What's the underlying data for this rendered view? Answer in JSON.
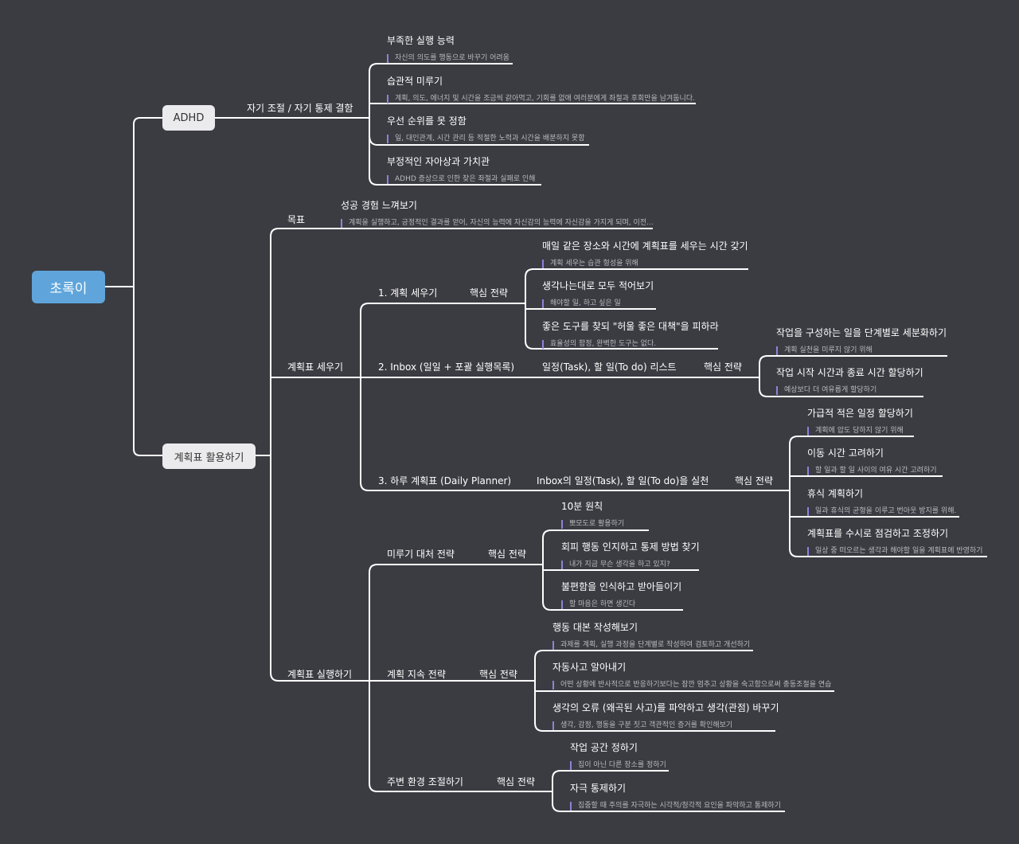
{
  "colors": {
    "background": "#3b3c42",
    "root": "#5fa5db",
    "main_node": "#ebebed",
    "note_bar": "#8b84d7",
    "line": "#ffffff"
  },
  "root": {
    "label": "초록이"
  },
  "adhd": {
    "label": "ADHD",
    "relation": "자기 조절 / 자기 통제 결함",
    "items": [
      {
        "title": "부족한 실행 능력",
        "note": "자신의 의도를 행동으로 바꾸기 어려움"
      },
      {
        "title": "습관적 미루기",
        "note": "계획, 의도, 에너지 및 시간을 조금씩 갉아먹고, 기회를 없애 여러분에게 좌절과 후회만을 남겨둡니다."
      },
      {
        "title": "우선 순위를 못 정함",
        "note": "일, 대인관계, 시간 관리 등 적절한 노력과 시간을 배분하지 못함"
      },
      {
        "title": "부정적인 자아상과 가치관",
        "note": "ADHD 증상으로 인한 잦은 좌절과 실패로 인해"
      }
    ]
  },
  "planner": {
    "label": "계획표 활용하기",
    "goal": {
      "label": "목표",
      "title": "성공 경험 느껴보기",
      "note": "계획을 실행하고, 긍정적인 결과를 얻어, 자신의 능력에 자신감의 능력에 자신감을 가지게 되며, 이전..."
    },
    "make": {
      "label": "계획표 세우기",
      "steps": [
        {
          "label": "1. 계획 세우기",
          "strategy": "핵심 전략",
          "items": [
            {
              "title": "매일 같은 장소와 시간에 계획표를 세우는 시간 갖기",
              "note": "계획 세우는 습관 형성을 위해"
            },
            {
              "title": "생각나는대로 모두 적어보기",
              "note": "해야할 일, 하고 싶은 일"
            },
            {
              "title": "좋은 도구를 찾되 \"허울 좋은 대책\"을 피하라",
              "note": "효율성의 함정, 완벽한 도구는 없다."
            }
          ]
        },
        {
          "label": "2. Inbox (일일 + 포괄 실행목록)",
          "sub": "일정(Task), 할 일(To do) 리스트",
          "strategy": "핵심 전략",
          "items": [
            {
              "title": "작업을 구성하는 일을 단계별로 세분화하기",
              "note": "계획 실천을 미루지 않기 위해"
            },
            {
              "title": "작업 시작 시간과 종료 시간 할당하기",
              "note": "예상보다 더 여유롭게 할당하기"
            }
          ]
        },
        {
          "label": "3. 하루 계획표 (Daily Planner)",
          "sub": "Inbox의 일정(Task), 할 일(To do)을 실천",
          "strategy": "핵심 전략",
          "items": [
            {
              "title": "가급적 적은 일정 할당하기",
              "note": "계획에 압도 당하지 않기 위해"
            },
            {
              "title": "이동 시간 고려하기",
              "note": "할 일과 할 일 사이의 여유 시간 고려하기"
            },
            {
              "title": "휴식 계획하기",
              "note": "일과 휴식의 균형을 이루고 번아웃 방지를 위해."
            },
            {
              "title": "계획표를 수시로 점검하고 조정하기",
              "note": "일상 중 떠오르는 생각과 해야할 일을 계획표에 반영하기"
            }
          ]
        }
      ]
    },
    "run": {
      "label": "계획표 실행하기",
      "groups": [
        {
          "label": "미루기 대처 전략",
          "strategy": "핵심 전략",
          "items": [
            {
              "title": "10분 원칙",
              "note": "뽀모도로 활용하기"
            },
            {
              "title": "회피 행동 인지하고 통제 방법 찾기",
              "note": "내가 지금 무슨 생각을 하고 있지?"
            },
            {
              "title": "불편함을 인식하고 받아들이기",
              "note": "할 마음은 하면 생긴다"
            }
          ]
        },
        {
          "label": "계획 지속 전략",
          "strategy": "핵심 전략",
          "items": [
            {
              "title": "행동 대본 작성해보기",
              "note": "과제를 계획, 실행 과정을 단계별로 작성하여 검토하고 개선하기"
            },
            {
              "title": "자동사고 알아내기",
              "note": "어떤 상황에 반사적으로 반응하기보다는 잠깐 멈추고 상황을 숙고함으로써 충동조절을 연습"
            },
            {
              "title": "생각의 오류 (왜곡된 사고)를 파악하고 생각(관점) 바꾸기",
              "note": "생각, 감정, 행동을 구분 짓고 객관적인 증거를 확인해보기"
            }
          ]
        },
        {
          "label": "주변 환경 조절하기",
          "strategy": "핵심 전략",
          "items": [
            {
              "title": "작업 공간 정하기",
              "note": "집이 아닌 다른 장소를 정하기"
            },
            {
              "title": "자극 통제하기",
              "note": "집중할 때 주의를 자극하는 시각적/청각적 요인을 파악하고 통제하기"
            }
          ]
        }
      ]
    }
  }
}
